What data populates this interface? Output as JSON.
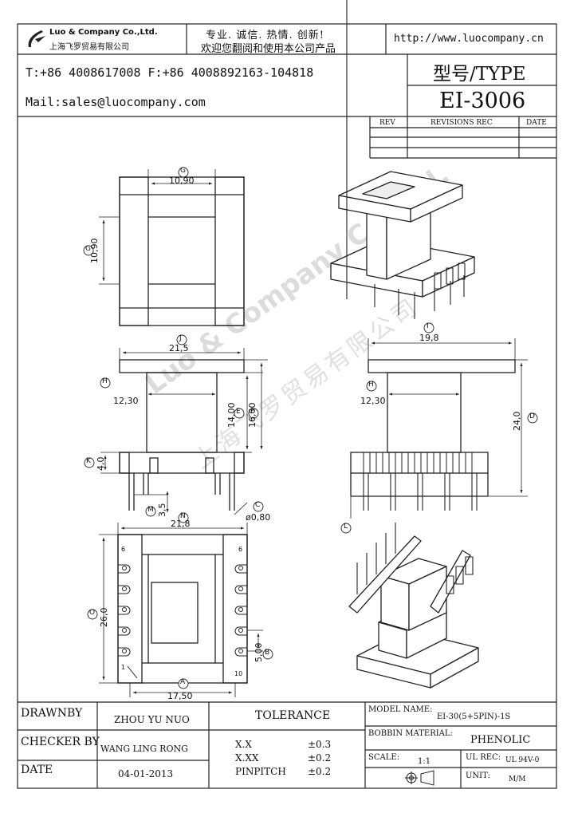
{
  "header": {
    "company_en": "Luo & Company Co.,Ltd.",
    "company_cn": "上海飞罗贸易有限公司",
    "slogan_1": "专业. 诚信.  热情.  创新!",
    "slogan_2": "欢迎您翻阅和使用本公司产品",
    "url": "http://www.luocompany.cn",
    "phone_line": "T:+86 4008617008 F:+86 4008892163-104818",
    "mail_line": "Mail:sales@luocompany.com",
    "type_label": "型号/TYPE",
    "model": "EI-3006"
  },
  "revisions": {
    "headers": [
      "REV",
      "REVISIONS REC",
      "DATE"
    ]
  },
  "watermark": {
    "line1": "Luo & Company Co.,Ltd.",
    "line2": "上海飞罗贸易有限公司"
  },
  "dims": {
    "top_view": {
      "G_label": "G",
      "G_width": "10,90",
      "G_height": "10,90"
    },
    "front_view": {
      "J_label": "J",
      "J": "21,5",
      "H_label": "H",
      "H": "12,30",
      "E_label": "E",
      "E": "14,00",
      "F_label": "F",
      "F": "16,00",
      "K_label": "K",
      "K": "4,0",
      "M_label": "M",
      "M": "3,5",
      "C_label": "C",
      "C": "ø0,80"
    },
    "side_view": {
      "I_label": "I",
      "I": "19,8",
      "H_label": "H",
      "H": "12,30",
      "D_label": "D",
      "D": "24,0",
      "L_label": "L"
    },
    "bottom_view": {
      "N_label": "N",
      "N": "21,8",
      "O_label": "O",
      "O": "26,0",
      "A_label": "A",
      "A": "17,50",
      "B_label": "B",
      "B": "5,00",
      "pin_6": "6",
      "pin_1": "1",
      "pin_10": "10"
    }
  },
  "footer": {
    "drawnby_label": "DRAWNBY",
    "drawnby": "ZHOU YU NUO",
    "checker_label": "CHECKER BY",
    "checker": "WANG LING RONG",
    "date_label": "DATE",
    "date": "04-01-2013",
    "tolerance_label": "TOLERANCE",
    "tol_rows": [
      {
        "key": "X.X",
        "val": "±0.3"
      },
      {
        "key": "X.XX",
        "val": "±0.2"
      },
      {
        "key": "PINPITCH",
        "val": "±0.2"
      }
    ],
    "model_name_label": "MODEL NAME:",
    "model_name": "EI-30(5+5PIN)-1S",
    "bobbin_label": "BOBBIN MATERIAL:",
    "bobbin": "PHENOLIC",
    "scale_label": "SCALE:",
    "scale": "1:1",
    "ulrec_label": "UL REC:",
    "ulrec": "UL 94V-0",
    "unit_label": "UNIT:",
    "unit": "M/M"
  }
}
